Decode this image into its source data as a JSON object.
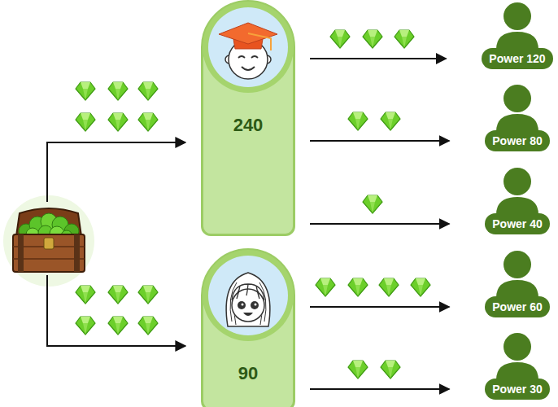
{
  "diagram": {
    "nodes": [
      {
        "text": [
          "240"
        ]
      },
      {
        "text": [
          "Power 120"
        ]
      },
      {
        "text": [
          "Power 80"
        ]
      },
      {
        "text": [
          "Power 40"
        ]
      },
      {
        "text": [
          "90"
        ]
      },
      {
        "text": [
          "Power 60"
        ]
      },
      {
        "text": [
          "Power 30"
        ]
      }
    ],
    "edges": [
      {
        "from": 0,
        "to": 1,
        "arrow": "to"
      },
      {
        "from": 0,
        "to": 2,
        "arrow": "to"
      },
      {
        "from": 0,
        "to": 3,
        "arrow": "to"
      },
      {
        "from": 4,
        "to": 5,
        "arrow": "to"
      },
      {
        "from": 4,
        "to": 6,
        "arrow": "to"
      }
    ]
  }
}
